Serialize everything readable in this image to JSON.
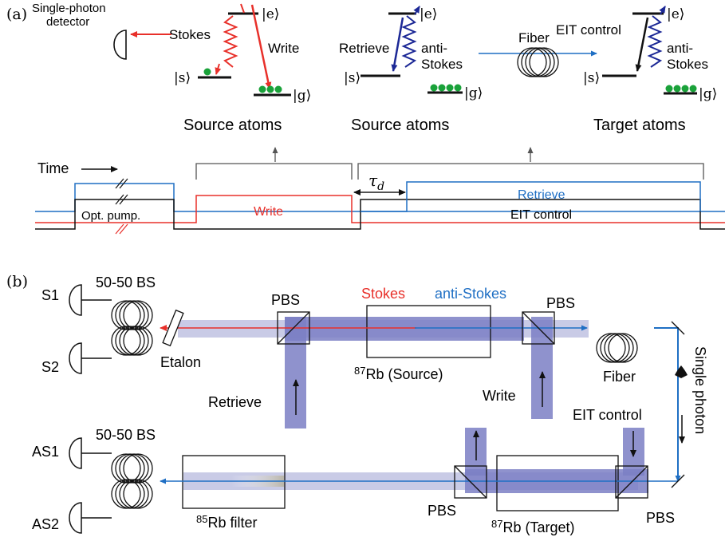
{
  "panel_a": {
    "tag": "(a)",
    "detector_label_1": "Single-photon",
    "detector_label_2": "detector",
    "stokes": "Stokes",
    "write": "Write",
    "retrieve": "Retrieve",
    "anti_stokes_1": "anti-",
    "anti_stokes_2": "Stokes",
    "fiber": "Fiber",
    "eit_control": "EIT control",
    "level_e": "|e⟩",
    "level_s": "|s⟩",
    "level_g": "|g⟩",
    "caption_source_1": "Source atoms",
    "caption_source_2": "Source atoms",
    "caption_target": "Target atoms",
    "time_label": "Time",
    "opt_pump": "Opt. pump.",
    "write_pulse": "Write",
    "tau": "τ",
    "tau_sub": "d",
    "retrieve_pulse": "Retrieve",
    "eit_pulse": "EIT control"
  },
  "panel_b": {
    "tag": "(b)",
    "s1": "S1",
    "s2": "S2",
    "bs_top": "50-50 BS",
    "etalon": "Etalon",
    "pbs_left": "PBS",
    "stokes": "Stokes",
    "anti_stokes": "anti-Stokes",
    "pbs_right": "PBS",
    "source_cell_sup": "87",
    "source_cell": "Rb (Source)",
    "fiber": "Fiber",
    "single_photon": "Single photon",
    "retrieve": "Retrieve",
    "write": "Write",
    "eit_control": "EIT control",
    "as1": "AS1",
    "as2": "AS2",
    "bs_bottom": "50-50 BS",
    "filter_sup": "85",
    "filter": "Rb filter",
    "pbs_bottom_left": "PBS",
    "target_cell_sup": "87",
    "target_cell": "Rb (Target)",
    "pbs_bottom_right": "PBS"
  },
  "colors": {
    "red": "#e8302a",
    "blue": "#1f6fc4",
    "navy": "#1c2896",
    "beam": "#7b7fc4",
    "beam_light": "#c9cbe6",
    "atom_green": "#1aa23a"
  }
}
